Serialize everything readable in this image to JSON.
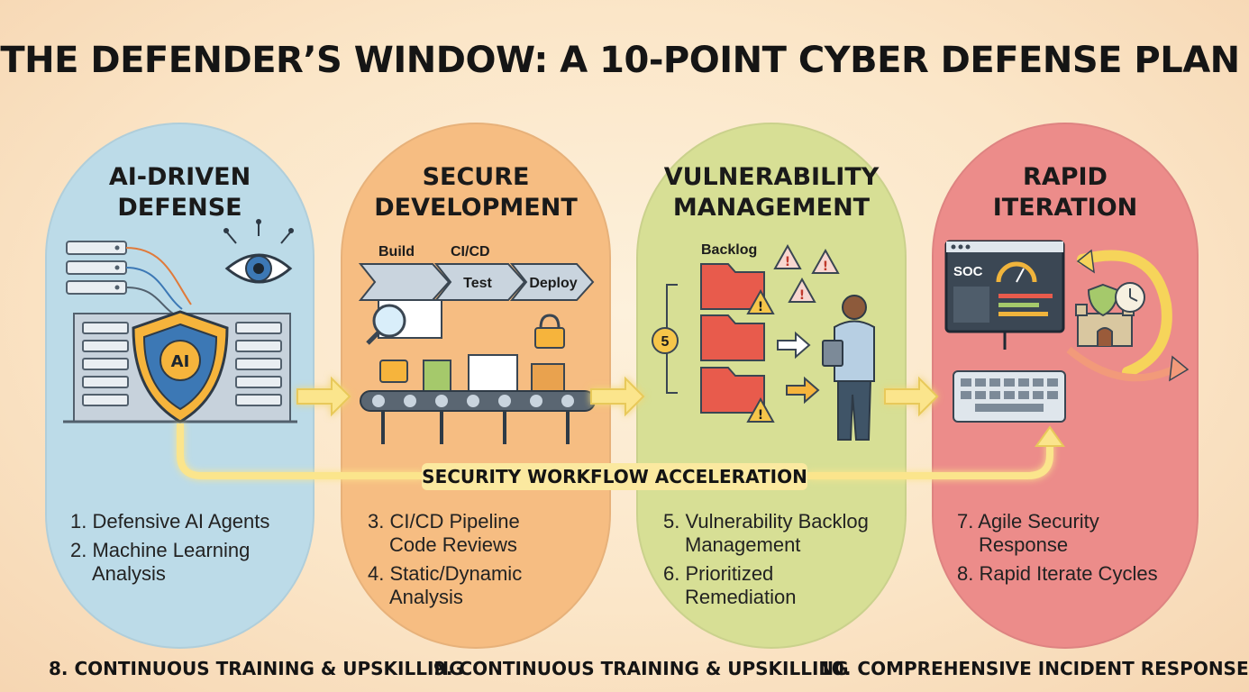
{
  "title": "THE DEFENDER’S WINDOW: A 10-POINT CYBER DEFENSE PLAN",
  "pillars": [
    {
      "title_line1": "AI-DRIVEN",
      "title_line2": "DEFENSE",
      "shield_label": "AI",
      "items": [
        {
          "num": "1.",
          "text_line1": "Defensive AI Agents",
          "text_line2": ""
        },
        {
          "num": "2.",
          "text_line1": "Machine Learning",
          "text_line2": "Analysis"
        }
      ]
    },
    {
      "title_line1": "SECURE",
      "title_line2": "DEVELOPMENT",
      "stage_labels": {
        "build": "Build",
        "cicd": "CI/CD",
        "test": "Test",
        "deploy": "Deploy"
      },
      "items": [
        {
          "num": "3.",
          "text_line1": "CI/CD Pipeline",
          "text_line2": "Code Reviews"
        },
        {
          "num": "4.",
          "text_line1": "Static/Dynamic",
          "text_line2": "Analysis"
        }
      ]
    },
    {
      "title_line1": "VULNERABILITY",
      "title_line2": "MANAGEMENT",
      "backlog_label": "Backlog",
      "badge": "5",
      "items": [
        {
          "num": "5.",
          "text_line1": "Vulnerability Backlog",
          "text_line2": "Management"
        },
        {
          "num": "6.",
          "text_line1": "Prioritized",
          "text_line2": "Remediation"
        }
      ]
    },
    {
      "title_line1": "RAPID",
      "title_line2": "ITERATION",
      "monitor_label": "SOC",
      "items": [
        {
          "num": "7.",
          "text_line1": "Agile Security",
          "text_line2": "Response"
        },
        {
          "num": "8.",
          "text_line1": "Rapid Iterate Cycles",
          "text_line2": ""
        }
      ]
    }
  ],
  "flow_label": "SECURITY WORKFLOW ACCELERATION",
  "bottom_items": [
    "8. CONTINUOUS TRAINING & UPSKILLING",
    "9. CONTINUOUS TRAINING & UPSKILLING",
    "10. COMPREHENSIVE INCIDENT RESPONSE"
  ],
  "colors": {
    "pillar_1": "#bcdbe8",
    "pillar_2": "#f6bd82",
    "pillar_3": "#d7df95",
    "pillar_4": "#ec8c8a",
    "glow": "#fbe58c",
    "warning": "#e53935",
    "folder": "#e85b4c"
  },
  "icons": [
    "server-rack-icon",
    "eye-icon",
    "shield-icon",
    "magnifier-icon",
    "padlock-icon",
    "conveyor-icon",
    "folder-icon",
    "warning-icon",
    "person-icon",
    "monitor-icon",
    "keyboard-icon",
    "castle-icon",
    "clock-icon",
    "cycle-arrow-icon"
  ]
}
